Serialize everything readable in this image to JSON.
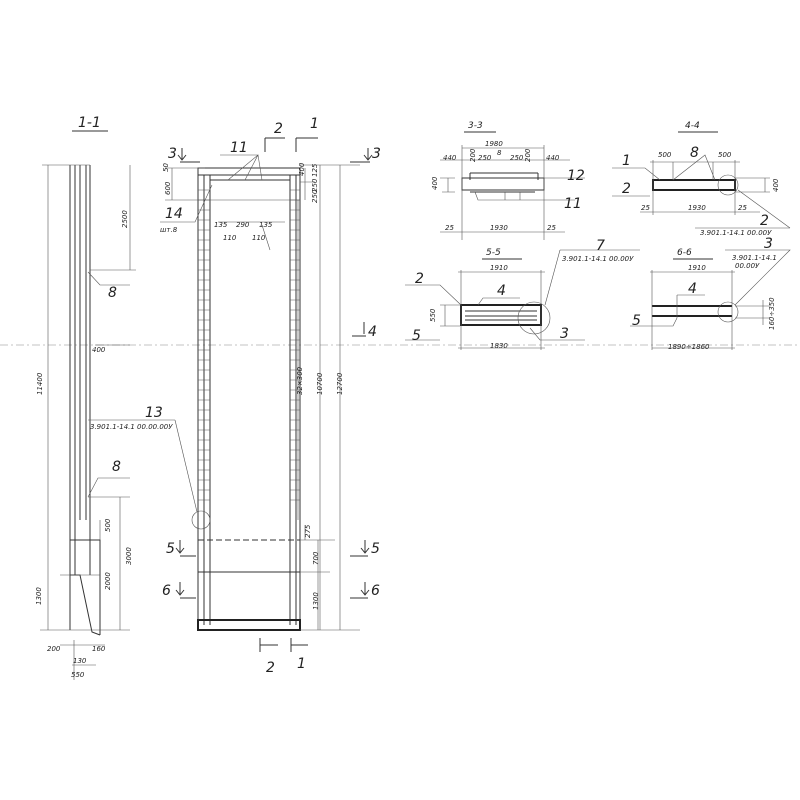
{
  "section_1_1": {
    "title": "1-1",
    "dims": {
      "total_height": "11400",
      "top": "2500",
      "width_400": "400",
      "d500": "500",
      "d3000": "3000",
      "d2000": "2000",
      "d1300": "1300",
      "d200": "200",
      "d160": "160",
      "d130": "130",
      "d550": "550"
    },
    "callouts": {
      "pos8_top": "8",
      "pos8_bottom": "8",
      "pos13": "13",
      "pos13_ref": "3.901.1-14.1 00.00.00У"
    }
  },
  "front_view": {
    "cut_marks": {
      "c3_left": "3",
      "c3_right": "3",
      "c2_top": "2",
      "c1_top": "1",
      "c4": "4",
      "c5_left": "5",
      "c5_right": "5",
      "c6_left": "6",
      "c6_right": "6",
      "c2_bottom": "2",
      "c1_bottom": "1"
    },
    "callouts": {
      "pos11": "11",
      "pos14": "14",
      "pos14_qty": "шт.8"
    },
    "dims": {
      "d50": "50",
      "d600": "600",
      "d135a": "135",
      "d290": "290",
      "d135b": "135",
      "d110a": "110",
      "d110b": "110",
      "d125": "125",
      "d400": "400",
      "d250a": "250",
      "d250b": "250",
      "d32x300": "32×300",
      "d10700": "10700",
      "d12700": "12700",
      "d275": "275",
      "d700": "700",
      "d1300": "1300"
    }
  },
  "section_3_3": {
    "title": "3-3",
    "dims": {
      "d1980": "1980",
      "d440a": "440",
      "d200a": "200",
      "d250a": "250",
      "d8": "8",
      "d250b": "250",
      "d200b": "200",
      "d440b": "440",
      "d400": "400",
      "d25a": "25",
      "d1930": "1930",
      "d25b": "25"
    },
    "callouts": {
      "pos12": "12",
      "pos11": "11"
    }
  },
  "section_4_4": {
    "title": "4-4",
    "dims": {
      "d500a": "500",
      "d500b": "500",
      "d400": "400",
      "d25a": "25",
      "d1930": "1930",
      "d25b": "25"
    },
    "callouts": {
      "pos1": "1",
      "pos8": "8",
      "pos2": "2",
      "pos2_right": "2",
      "ref": "3.901.1-14.1 00.00У"
    }
  },
  "section_5_5": {
    "title": "5-5",
    "dims": {
      "d1910": "1910",
      "d550": "550",
      "d1830": "1830"
    },
    "callouts": {
      "pos7": "7",
      "pos7_ref": "3.901.1-14.1 00.00У",
      "pos2": "2",
      "pos4": "4",
      "pos5": "5",
      "pos3": "3"
    }
  },
  "section_6_6": {
    "title": "6-6",
    "dims": {
      "d1910": "1910",
      "d160_350": "160÷350",
      "d1890_1860": "1890÷1860"
    },
    "callouts": {
      "pos3": "3",
      "pos3_ref_1": "3.901.1-14.1",
      "pos3_ref_2": "00.00У",
      "pos4": "4",
      "pos5": "5"
    }
  }
}
